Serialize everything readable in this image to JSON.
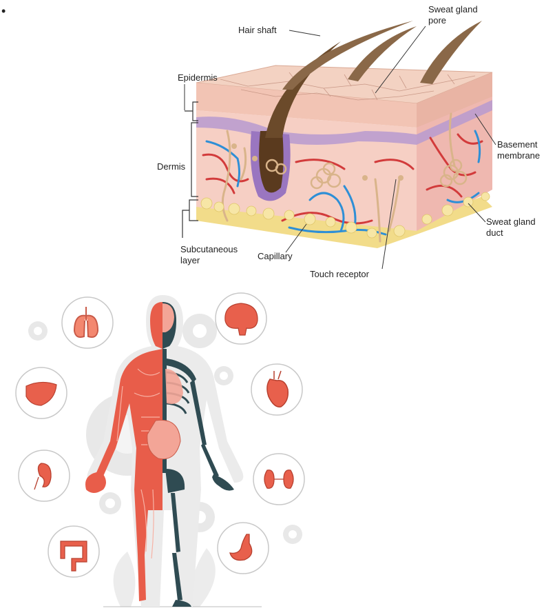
{
  "bullet": "•",
  "skin_diagram": {
    "labels": {
      "hair_shaft": "Hair shaft",
      "sweat_gland_pore_1": "Sweat gland",
      "sweat_gland_pore_2": "pore",
      "epidermis": "Epidermis",
      "dermis": "Dermis",
      "subcutaneous_1": "Subcutaneous",
      "subcutaneous_2": "layer",
      "capillary": "Capillary",
      "touch_receptor": "Touch receptor",
      "basement_membrane_1": "Basement",
      "basement_membrane_2": "membrane",
      "sweat_gland_duct_1": "Sweat gland",
      "sweat_gland_duct_2": "duct"
    },
    "colors": {
      "epidermis": "#f2cfc0",
      "basement": "#b79ad0",
      "dermis": "#f4c6bc",
      "subcutaneous": "#f2dc8a",
      "hair": "#6b4a2a",
      "artery": "#d23b3b",
      "vein": "#2e8fd6",
      "nerve": "#d9b48a"
    }
  },
  "body_diagram": {
    "organs": [
      "lungs-icon",
      "brain-icon",
      "liver-icon",
      "heart-icon",
      "kidney-icon",
      "kidneys-icon",
      "intestines-icon",
      "stomach-icon"
    ],
    "colors": {
      "muscle": "#e85d4a",
      "skeleton": "#2f4b52",
      "circle_border": "#c8c8c8",
      "gear": "#e6e6e6"
    }
  }
}
